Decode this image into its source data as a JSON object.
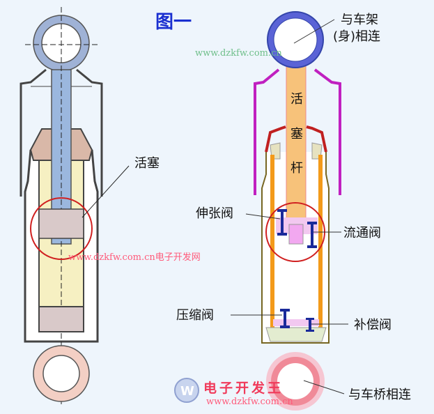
{
  "title": "图一",
  "watermark_top": "www.dzkfw.com.cn",
  "watermark_mid": "www.dzkfw.com.cn电子开发网",
  "left_figure": {
    "piston_label": "活塞"
  },
  "right_figure": {
    "top_mount_label_line1": "与车架",
    "top_mount_label_line2": "(身)相连",
    "rod_label_chars": [
      "活",
      "塞",
      "杆"
    ],
    "rebound_valve_label": "伸张阀",
    "flow_valve_label": "流通阀",
    "compression_valve_label": "压缩阀",
    "compensation_valve_label": "补偿阀",
    "bottom_mount_label": "与车桥相连"
  },
  "logo": {
    "name": "电子开发王",
    "url": "www.dzkfw.com.cn"
  },
  "colors": {
    "title": "#1a2fd0",
    "rod": "#f7c27a",
    "upper_ring": "#5a63d6",
    "lower_ring": "#f08a98",
    "outer_shell": "#c020c0",
    "tube": "#f39a1a",
    "valve": "#1a2a9a",
    "highlight": "#d02020"
  }
}
